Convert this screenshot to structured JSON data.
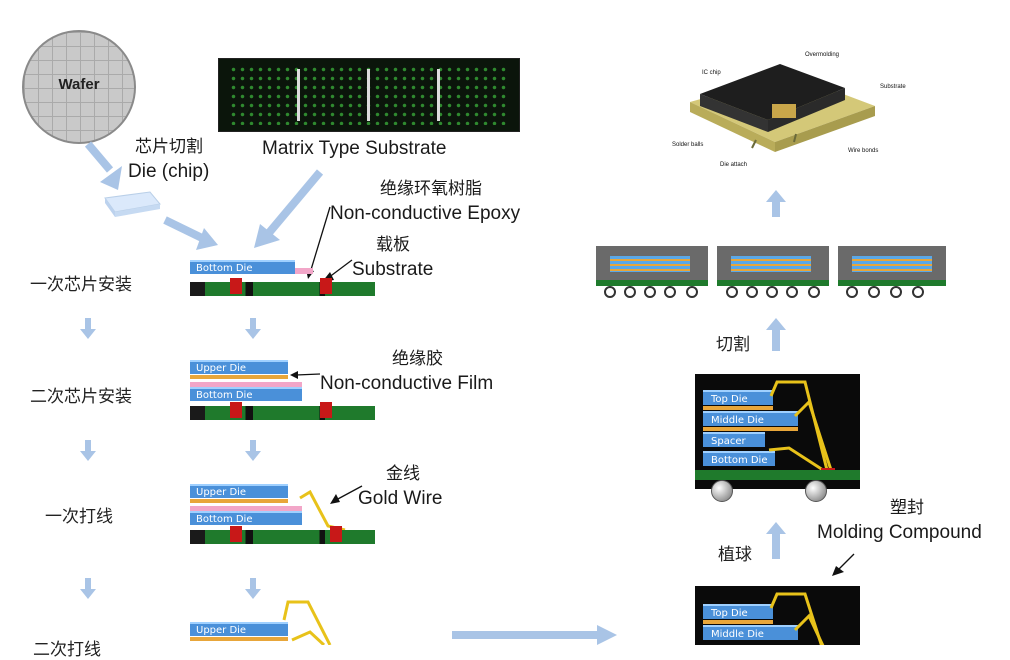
{
  "wafer": {
    "label": "Wafer"
  },
  "die_cut": {
    "cn": "芯片切割",
    "en": "Die (chip)"
  },
  "matrix": {
    "label": "Matrix Type Substrate"
  },
  "epoxy": {
    "cn": "绝缘环氧树脂",
    "en": "Non-conductive Epoxy"
  },
  "substrate": {
    "cn": "载板",
    "en": "Substrate"
  },
  "film": {
    "cn": "绝缘胶",
    "en": "Non-conductive Film"
  },
  "gold": {
    "cn": "金线",
    "en": "Gold Wire"
  },
  "molding": {
    "cn": "塑封",
    "en": "Molding Compound"
  },
  "steps": {
    "s1": "一次芯片安装",
    "s2": "二次芯片安装",
    "s3": "一次打线",
    "s4": "二次打线",
    "saw": "切割",
    "ball": "植球"
  },
  "dies": {
    "bottom": "Bottom Die",
    "upper": "Upper Die",
    "top": "Top Die",
    "middle": "Middle Die",
    "spacer": "Spacer Die"
  },
  "pkg3d": {
    "overmolding": "Overmolding",
    "ic_chip": "IC chip",
    "substrate": "Substrate",
    "solder_balls": "Solder balls",
    "die_attach": "Die attach",
    "wire_bonds": "Wire bonds"
  },
  "colors": {
    "arrow": "#a9c4e6",
    "die": "#4a90d9",
    "substrate": "#1f7a2c",
    "pad": "#c81818",
    "wire": "#e8c21a"
  }
}
